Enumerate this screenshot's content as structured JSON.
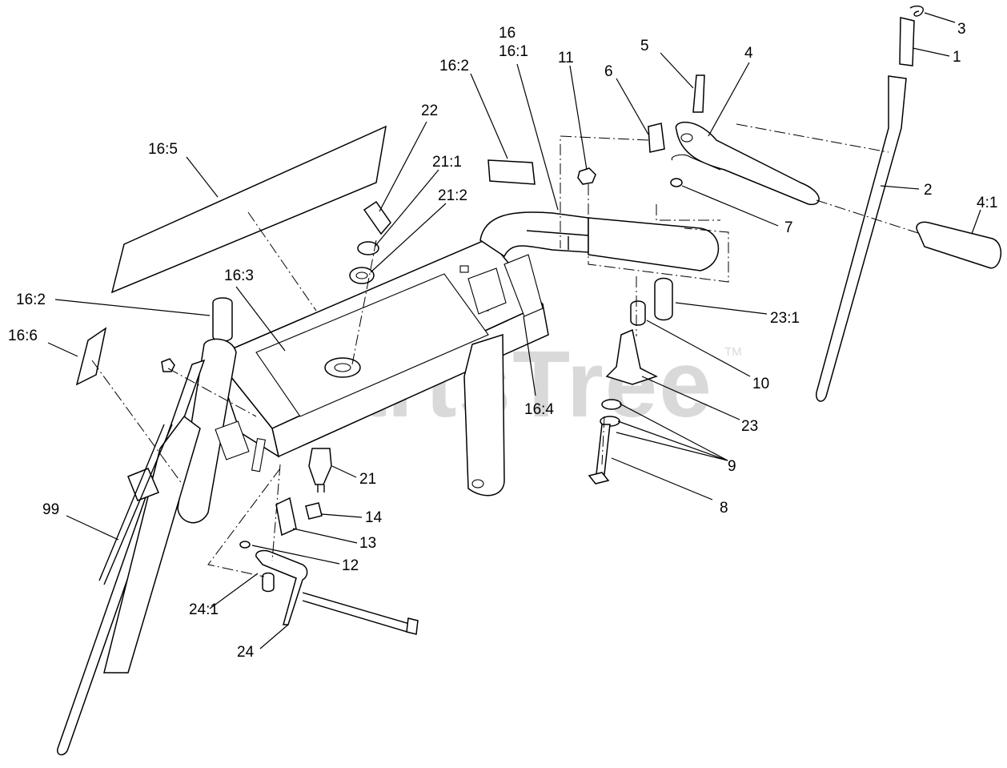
{
  "watermark": {
    "text": "PartsTree",
    "tm": "TM"
  },
  "callouts": {
    "c16": "16",
    "c16_1": "16:1",
    "c16_2_top": "16:2",
    "c16_2_left": "16:2",
    "c16_3": "16:3",
    "c16_4": "16:4",
    "c16_5": "16:5",
    "c16_6": "16:6",
    "c11": "11",
    "c5": "5",
    "c4": "4",
    "c6": "6",
    "c3": "3",
    "c1": "1",
    "c2": "2",
    "c4_1": "4:1",
    "c7": "7",
    "c22": "22",
    "c21_1": "21:1",
    "c21_2": "21:2",
    "c21": "21",
    "c23_1": "23:1",
    "c10": "10",
    "c23": "23",
    "c9": "9",
    "c8": "8",
    "c14": "14",
    "c13": "13",
    "c12": "12",
    "c24_1": "24:1",
    "c24": "24",
    "c99": "99"
  }
}
